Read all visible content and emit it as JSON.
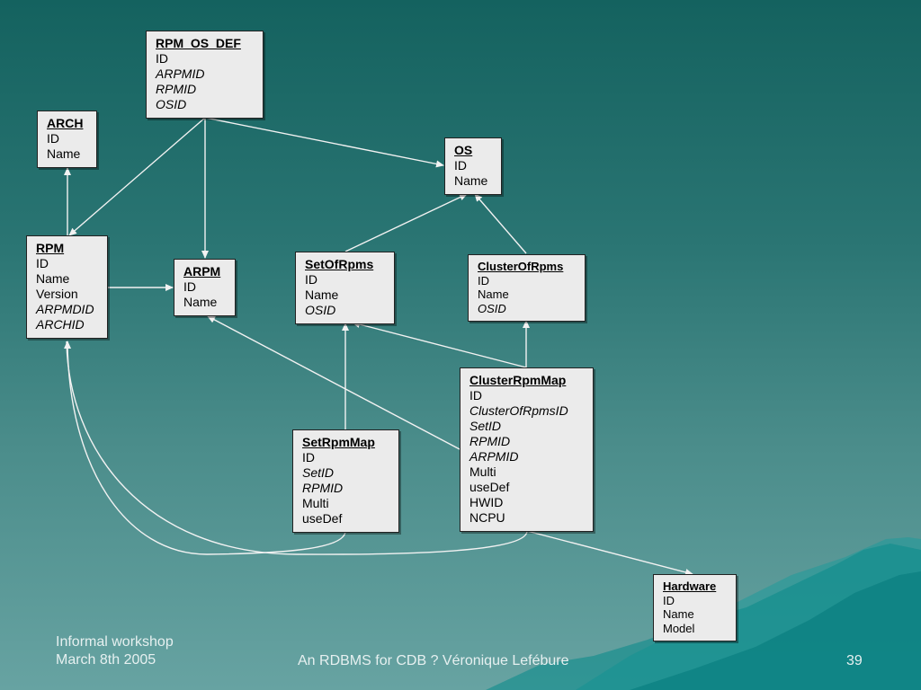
{
  "colors": {
    "background_top": "#14625f",
    "background_bottom": "#67a3a2",
    "box_fill": "#ebebeb",
    "connector": "#f2f2f2",
    "footer_text": "#e6f0f0"
  },
  "entities": {
    "rpm_os_def": {
      "title": "RPM_OS_DEF",
      "fields": [
        {
          "text": "ID",
          "key": false
        },
        {
          "text": "ARPMID",
          "key": true
        },
        {
          "text": "RPMID",
          "key": true
        },
        {
          "text": "OSID",
          "key": true
        }
      ]
    },
    "arch": {
      "title": "ARCH",
      "fields": [
        {
          "text": "ID",
          "key": false
        },
        {
          "text": "Name",
          "key": false
        }
      ]
    },
    "os": {
      "title": "OS",
      "fields": [
        {
          "text": "ID",
          "key": false
        },
        {
          "text": "Name",
          "key": false
        }
      ]
    },
    "rpm": {
      "title": "RPM",
      "fields": [
        {
          "text": "ID",
          "key": false
        },
        {
          "text": "Name",
          "key": false
        },
        {
          "text": "Version",
          "key": false
        },
        {
          "text": "ARPMDID",
          "key": true
        },
        {
          "text": "ARCHID",
          "key": true
        }
      ]
    },
    "arpm": {
      "title": "ARPM",
      "fields": [
        {
          "text": "ID",
          "key": false
        },
        {
          "text": "Name",
          "key": false
        }
      ]
    },
    "setofrpms": {
      "title": "SetOfRpms",
      "fields": [
        {
          "text": "ID",
          "key": false
        },
        {
          "text": "Name",
          "key": false
        },
        {
          "text": "OSID",
          "key": true
        }
      ]
    },
    "clusterofrpms": {
      "title": "ClusterOfRpms",
      "fields": [
        {
          "text": "ID",
          "key": false
        },
        {
          "text": "Name",
          "key": false
        },
        {
          "text": "OSID",
          "key": true
        }
      ]
    },
    "clusterrpmmap": {
      "title": "ClusterRpmMap",
      "fields": [
        {
          "text": "ID",
          "key": false
        },
        {
          "text": "ClusterOfRpmsID",
          "key": true
        },
        {
          "text": "SetID",
          "key": true
        },
        {
          "text": "RPMID",
          "key": true
        },
        {
          "text": "ARPMID",
          "key": true
        },
        {
          "text": "Multi",
          "key": false
        },
        {
          "text": "useDef",
          "key": false
        },
        {
          "text": "HWID",
          "key": false
        },
        {
          "text": "NCPU",
          "key": false
        }
      ]
    },
    "setrpmmap": {
      "title": "SetRpmMap",
      "fields": [
        {
          "text": "ID",
          "key": false
        },
        {
          "text": "SetID",
          "key": true
        },
        {
          "text": "RPMID",
          "key": true
        },
        {
          "text": "Multi",
          "key": false
        },
        {
          "text": "useDef",
          "key": false
        }
      ]
    },
    "hardware": {
      "title": "Hardware",
      "fields": [
        {
          "text": "ID",
          "key": false
        },
        {
          "text": "Name",
          "key": false
        },
        {
          "text": "Model",
          "key": false
        }
      ]
    }
  },
  "footer": {
    "left_line1": "Informal workshop",
    "left_line2": "March 8th 2005",
    "center": "An RDBMS for CDB ? Véronique Lefébure",
    "page_number": "39"
  }
}
